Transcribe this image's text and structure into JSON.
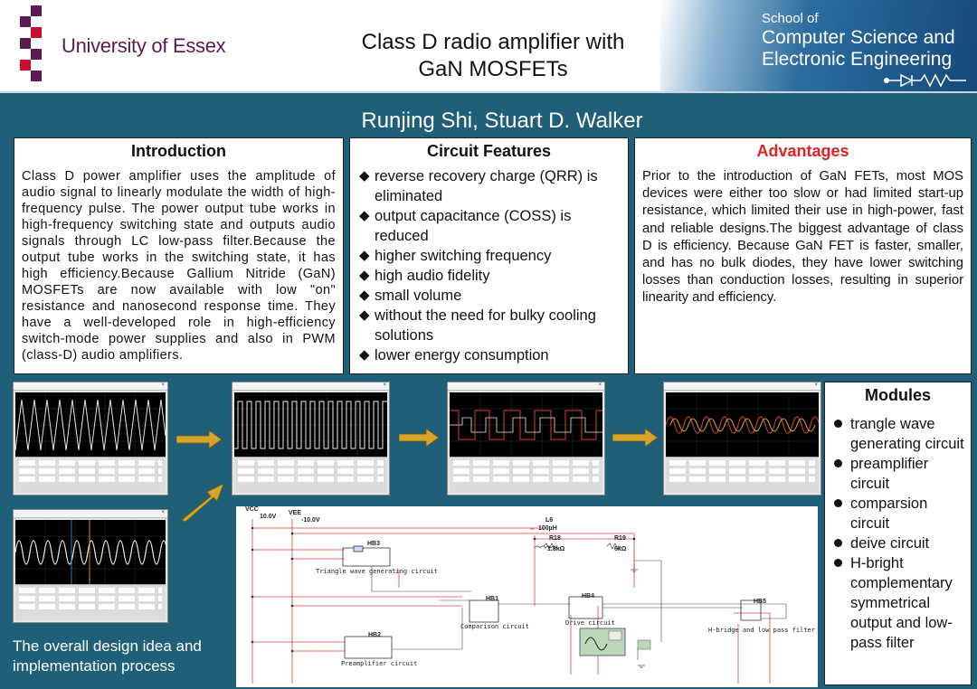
{
  "header": {
    "university": "University of Essex",
    "title_line1": "Class D radio amplifier with",
    "title_line2": "GaN MOSFETs",
    "school_of": "School of",
    "school_line1": "Computer Science and",
    "school_line2": "Electronic Engineering"
  },
  "authors": "Runjing Shi, Stuart D. Walker",
  "colors": {
    "background": "#1f5f78",
    "advantages_title": "#e32222",
    "arrow": "#d4a52a",
    "logo": "#5a1a52"
  },
  "introduction": {
    "title": "Introduction",
    "text": "Class D power amplifier uses the amplitude of audio signal to linearly modulate the width of high-frequency pulse. The power output tube works in high-frequency switching state and outputs audio signals through LC low-pass filter.Because the output tube works in the switching state, it has high efficiency.Because Gallium Nitride (GaN) MOSFETs are now available with low \"on\" resistance and nanosecond response time. They have a well-developed role in high-efficiency switch-mode power supplies and also in PWM (class-D) audio amplifiers."
  },
  "features": {
    "title": "Circuit Features",
    "items": [
      "reverse recovery charge (QRR) is eliminated",
      "output capacitance (COSS) is reduced",
      "higher switching frequency",
      "high audio fidelity",
      "small volume",
      "without the need for bulky cooling solutions",
      "lower energy consumption"
    ]
  },
  "advantages": {
    "title": "Advantages",
    "text": "Prior to the introduction of GaN FETs, most MOS devices were either too slow or had limited start-up resistance, which limited their use in high-power, fast and reliable designs.The biggest advantage of class D is efficiency. Because GaN FET is faster, smaller, and has no bulk diodes, they have lower switching losses than conduction losses, resulting in superior linearity and efficiency."
  },
  "modules": {
    "title": "Modules",
    "items": [
      "trangle wave generating circuit",
      "preamplifier circuit",
      "comparsion circuit",
      "deive circuit",
      "H-bright complementary symmetrical output and low-pass filter"
    ]
  },
  "caption": "The overall design idea and implementation process",
  "schematic": {
    "vcc_label": "VCC",
    "vcc_value": "10.0V",
    "vee_label": "VEE",
    "vee_value": "-10.0V",
    "l6": "L6",
    "l6_value": "100µH",
    "r18": "R18",
    "r18_value": "1.8kΩ",
    "r19": "R19",
    "r19_value": "6kΩ",
    "hb3": "HB3",
    "hb1": "HB1",
    "hb4": "HB4",
    "hb5": "HB5",
    "hb2": "HB2",
    "triangle": "Triangle wave generating circuit",
    "comparison": "Comparison circuit",
    "drive": "Drive circuit",
    "hbridge": "H-bridge and low pass filter",
    "preamp": "Preamplifier circuit"
  }
}
